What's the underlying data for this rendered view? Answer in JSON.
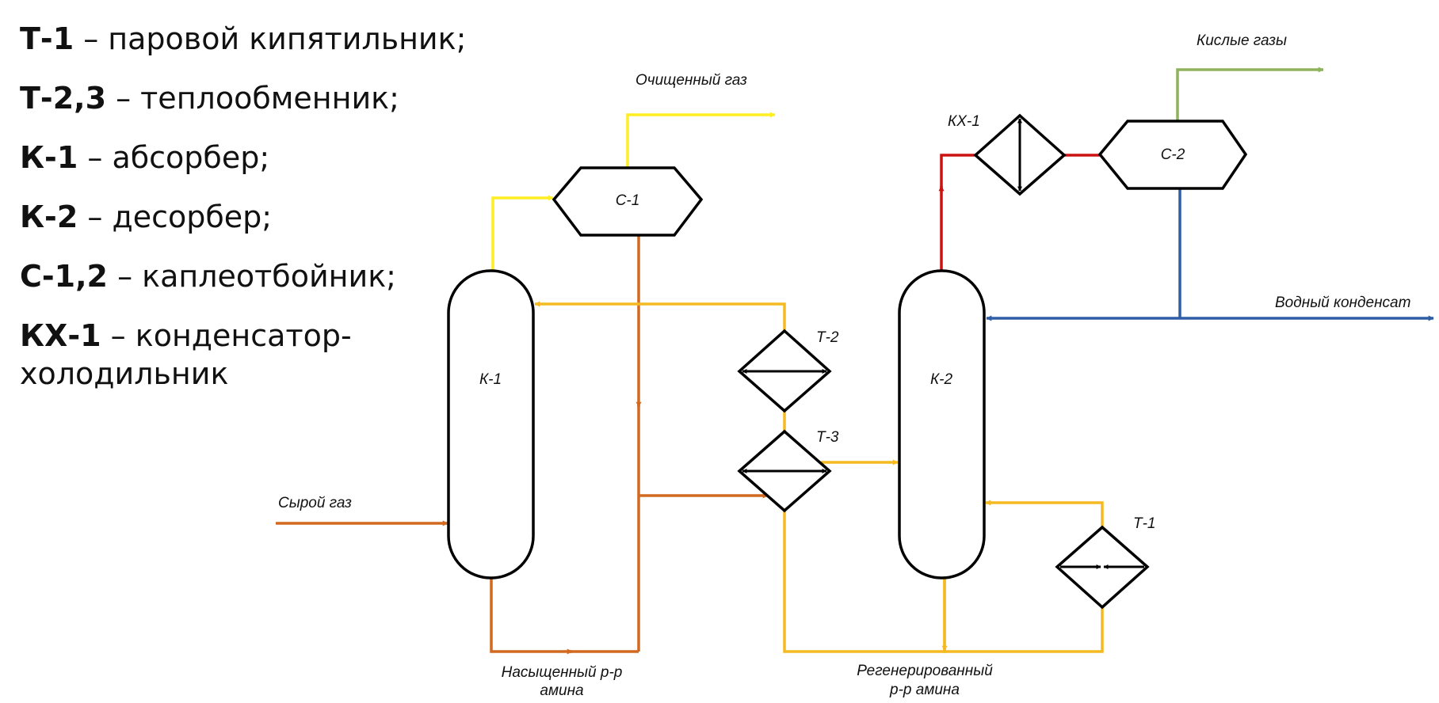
{
  "legend": [
    {
      "code": "Т-1",
      "text": " – паровой кипятильник;"
    },
    {
      "code": "Т-2,3",
      "text": " – теплообменник;"
    },
    {
      "code": "К-1",
      "text": " – абсорбер;"
    },
    {
      "code": "К-2",
      "text": " – десорбер;"
    },
    {
      "code": "С-1,2",
      "text": " – каплеотбойник;"
    },
    {
      "code": "КХ-1",
      "text": " – конденсатор-",
      "text2": "холодильник"
    }
  ],
  "equipment": {
    "k1": "К-1",
    "k2": "К-2",
    "c1": "С-1",
    "c2": "С-2",
    "t1": "Т-1",
    "t2": "Т-2",
    "t3": "Т-3",
    "kx1": "КХ-1"
  },
  "streams": {
    "raw_gas": "Сырой газ",
    "clean_gas": "Очищенный газ",
    "acid_gases": "Кислые газы",
    "water_condensate": "Водный конденсат",
    "saturated_amine_1": "Насыщенный р-р",
    "saturated_amine_2": "амина",
    "regenerated_amine_1": "Регенерированный",
    "regenerated_amine_2": "р-р амина"
  },
  "colors": {
    "clean_gas": "#ffee22",
    "rich_amine": "#d2691e",
    "lean_amine": "#f5b921",
    "acid_vapor": "#cc1111",
    "condensate": "#2e5fa6",
    "acid_gas": "#8fb35c"
  }
}
